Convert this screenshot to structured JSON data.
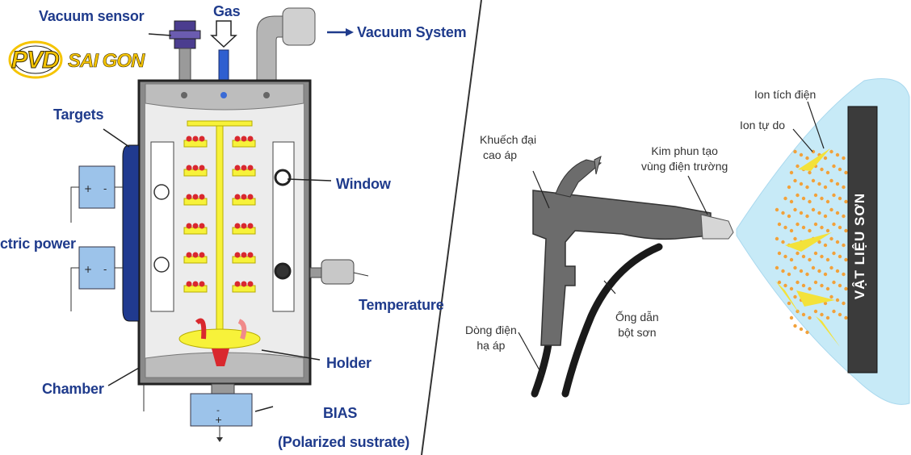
{
  "logo": {
    "text_main": "PVD",
    "text_sub": "SAI GON"
  },
  "pvd_chamber": {
    "labels": {
      "vacuum_sensor": "Vacuum sensor",
      "gas": "Gas",
      "vacuum_system": "Vacuum System",
      "targets": "Targets",
      "window": "Window",
      "electric_power": "ctric power",
      "temperature": "Temperature",
      "holder": "Holder",
      "chamber": "Chamber",
      "bias": "BIAS",
      "bias_sub": "(Polarized sustrate)"
    },
    "colors": {
      "label": "#1f3b8c",
      "chamber_wall": "#b8b8b8",
      "chamber_inner": "#e6e6e6",
      "holder": "#f7f23a",
      "target": "#203a8f",
      "power_box": "#9cc3ea",
      "parts": "#d9282e"
    }
  },
  "spray_gun": {
    "labels": {
      "amplifier_line1": "Khuếch đại",
      "amplifier_line2": "cao áp",
      "needle_line1": "Kim phun tạo",
      "needle_line2": "vùng điện trường",
      "free_ion": "Ion tự do",
      "charged_ion": "Ion tích điện",
      "current_line1": "Dòng điện",
      "current_line2": "hạ áp",
      "hose_line1": "Ống dẫn",
      "hose_line2": "bột sơn",
      "material": "VẬT LIỆU SƠN"
    },
    "colors": {
      "gun": "#6c6c6c",
      "spray_cloud": "#bfe6f4",
      "particle": "#f2a13a",
      "spark": "#f3e23a",
      "material_board": "#3d3d3d"
    }
  }
}
